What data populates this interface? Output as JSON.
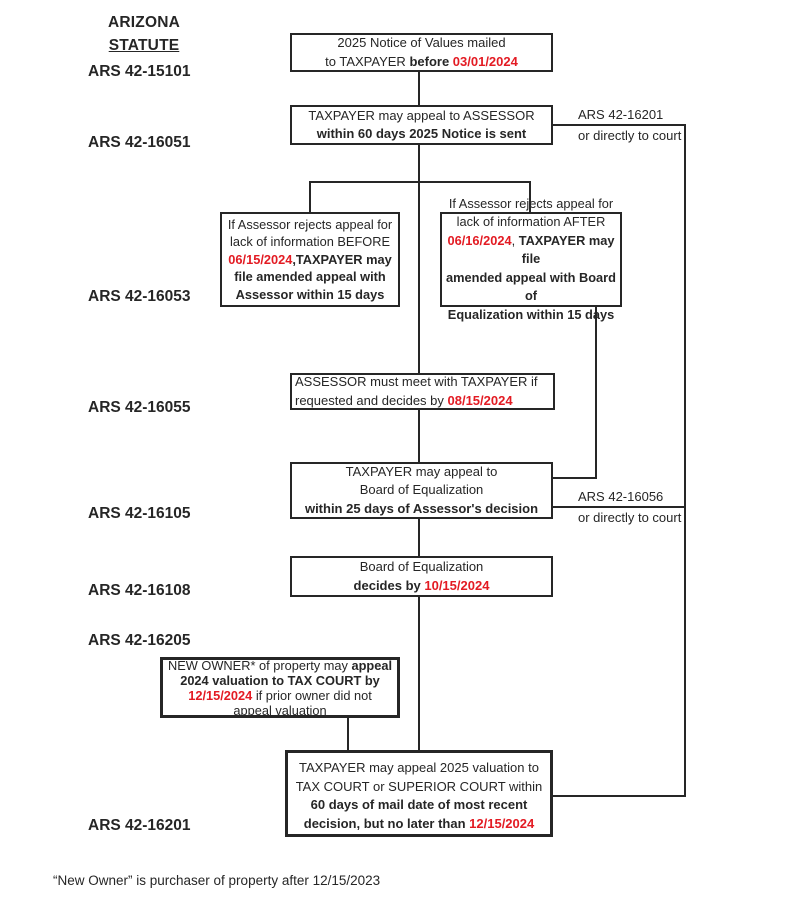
{
  "palette": {
    "red": "#e31b23",
    "ink": "#262626"
  },
  "header": {
    "title_line1": "ARIZONA",
    "title_line2": "STATUTE"
  },
  "statutes": [
    "ARS 42-15101",
    "ARS 42-16051",
    "ARS 42-16053",
    "ARS 42-16055",
    "ARS 42-16105",
    "ARS 42-16108",
    "ARS 42-16205",
    "ARS 42-16201"
  ],
  "boxes": {
    "notice": {
      "lines": [
        [
          {
            "t": "2025 Notice of Values mailed"
          }
        ],
        [
          {
            "t": "to TAXPAYER "
          },
          {
            "t": "before ",
            "b": true
          },
          {
            "t": "03/01/2024",
            "b": true,
            "r": true
          }
        ]
      ]
    },
    "appeal_assessor": {
      "lines": [
        [
          {
            "t": "TAXPAYER may appeal to ASSESSOR"
          }
        ],
        [
          {
            "t": "within 60 days 2025 Notice is sent",
            "b": true
          }
        ]
      ]
    },
    "reject_before": {
      "lines": [
        [
          {
            "t": "If Assessor rejects appeal for"
          }
        ],
        [
          {
            "t": "lack of information BEFORE"
          }
        ],
        [
          {
            "t": "06/15/2024",
            "b": true,
            "r": true
          },
          {
            "t": ",TAXPAYER may",
            "b": true
          }
        ],
        [
          {
            "t": "file amended appeal with",
            "b": true
          }
        ],
        [
          {
            "t": "Assessor within 15 days",
            "b": true
          }
        ]
      ]
    },
    "reject_after": {
      "lines": [
        [
          {
            "t": "If Assessor rejects appeal for"
          }
        ],
        [
          {
            "t": "lack of information AFTER"
          }
        ],
        [
          {
            "t": "06/16/2024",
            "b": true,
            "r": true
          },
          {
            "t": ", "
          },
          {
            "t": "TAXPAYER may file",
            "b": true
          }
        ],
        [
          {
            "t": "amended appeal with Board of",
            "b": true
          }
        ],
        [
          {
            "t": "Equalization within 15 days",
            "b": true
          }
        ]
      ]
    },
    "assessor_meet": {
      "lines": [
        [
          {
            "t": "ASSESSOR must meet with TAXPAYER if"
          }
        ],
        [
          {
            "t": "requested and decides by "
          },
          {
            "t": "08/15/2024",
            "b": true,
            "r": true
          }
        ]
      ]
    },
    "appeal_boe": {
      "lines": [
        [
          {
            "t": "TAXPAYER may appeal to"
          }
        ],
        [
          {
            "t": "Board of Equalization"
          }
        ],
        [
          {
            "t": "within 25 days of Assessor's decision",
            "b": true
          }
        ]
      ]
    },
    "boe_decides": {
      "lines": [
        [
          {
            "t": "Board of Equalization"
          }
        ],
        [
          {
            "t": "decides by ",
            "b": true
          },
          {
            "t": "10/15/2024",
            "b": true,
            "r": true
          }
        ]
      ]
    },
    "new_owner": {
      "lines": [
        [
          {
            "t": "NEW OWNER* of property may "
          },
          {
            "t": "appeal",
            "b": true
          }
        ],
        [
          {
            "t": "2024 valuation to TAX COURT by",
            "b": true
          }
        ],
        [
          {
            "t": "12/15/2024",
            "b": true,
            "r": true
          },
          {
            "t": " if prior owner did not"
          }
        ],
        [
          {
            "t": "appeal valuation"
          }
        ]
      ]
    },
    "appeal_court": {
      "lines": [
        [
          {
            "t": "TAXPAYER may appeal 2025 valuation to"
          }
        ],
        [
          {
            "t": "TAX COURT or SUPERIOR COURT within"
          }
        ],
        [
          {
            "t": "60 days of mail date of most recent",
            "b": true
          }
        ],
        [
          {
            "t": "decision, but no later than ",
            "b": true
          },
          {
            "t": "12/15/2024",
            "b": true,
            "r": true
          }
        ]
      ]
    }
  },
  "branch_labels": {
    "top": {
      "statute": "ARS 42-16201",
      "note": "or directly to court"
    },
    "mid": {
      "statute": "ARS 42-16056",
      "note": "or directly to court"
    }
  },
  "footnote": "“New Owner” is purchaser of property after 12/15/2023"
}
